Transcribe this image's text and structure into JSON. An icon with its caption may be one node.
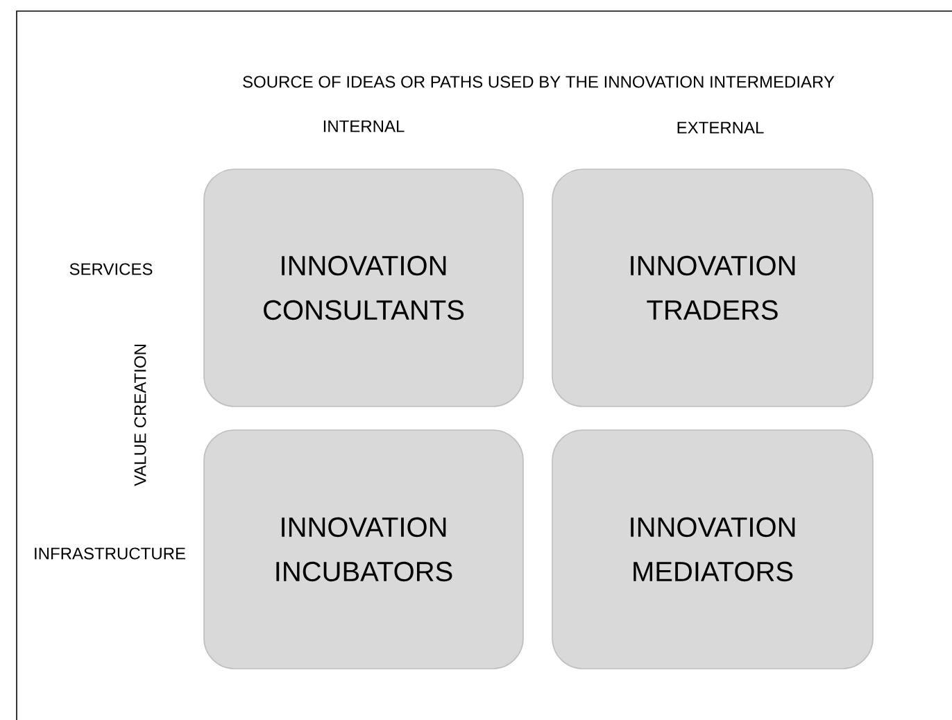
{
  "diagram": {
    "nodes": [
      {
        "text": [
          "INNOVATION CONSULTANTS"
        ]
      },
      {
        "text": [
          "INNOVATION TRADERS"
        ]
      },
      {
        "text": [
          "INNOVATION INCUBATORS"
        ]
      },
      {
        "text": [
          "INNOVATION MEDIATORS"
        ]
      }
    ],
    "labels": [
      "SOURCE OF IDEAS OR PATHS USED BY THE INNOVATION INTERMEDIARY",
      "INTERNAL",
      "EXTERNAL",
      "SERVICES",
      "VALUE CREATION",
      "INFRASTRUCTURE"
    ]
  }
}
